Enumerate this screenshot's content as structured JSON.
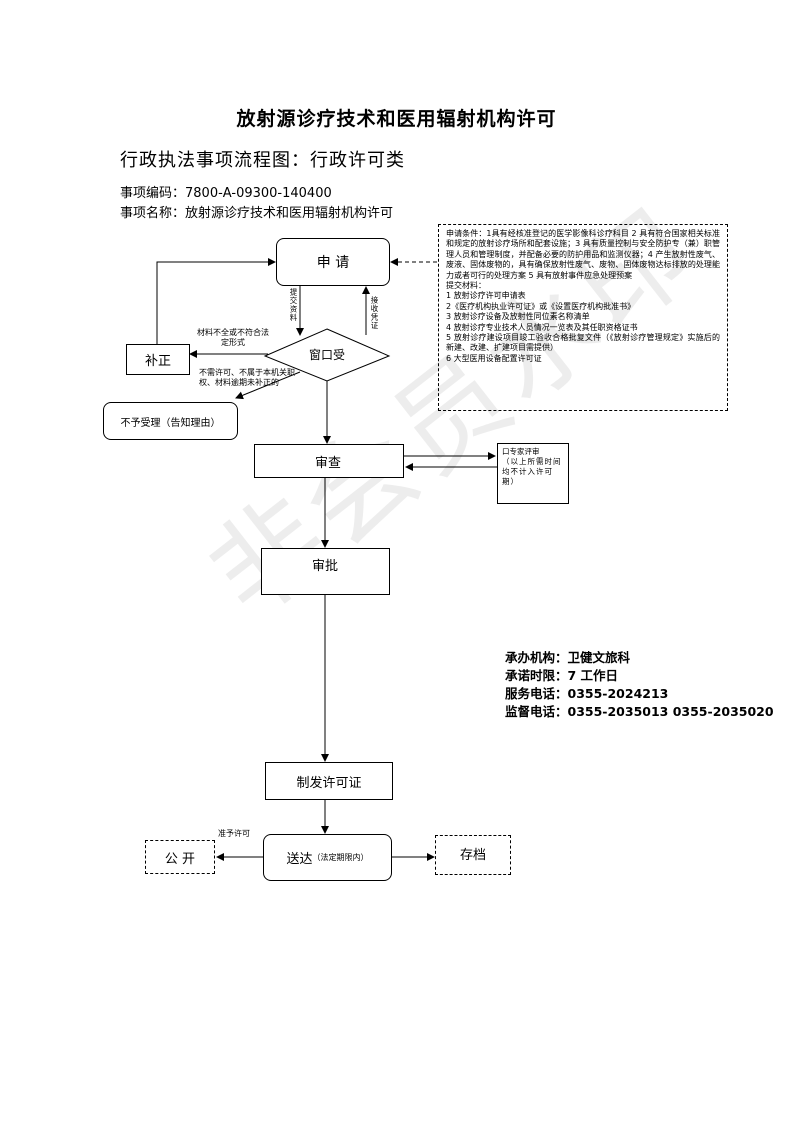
{
  "title": "放射源诊疗技术和医用辐射机构许可",
  "subtitle": "行政执法事项流程图：行政许可类",
  "item_code_label": "事项编码：7800-A-09300-140400",
  "item_name_label": "事项名称：放射源诊疗技术和医用辐射机构许可",
  "nodes": {
    "apply": "申 请",
    "window": "窗口受",
    "supplement": "补正",
    "reject": "不予受理（告知理由）",
    "review": "审查",
    "approve": "审批",
    "issue": "制发许可证",
    "deliver": "送达",
    "deliver_note": "（法定期限内）",
    "publish": "公 开",
    "archive": "存档"
  },
  "edge_labels": {
    "submit": "提交资料",
    "receive": "接收凭证",
    "incomplete": "材料不全或不符合法定形式",
    "not_permit": "不需许可、不属于本机关职权、材料逾期未补正的",
    "grant": "准予许可"
  },
  "conditions": [
    "申请条件：1具有经核准登记的医学影像科诊疗科目 2 具有符合国家相关标准和规定的放射诊疗场所和配套设施；3 具有质量控制与安全防护专（兼）职管理人员和管理制度，并配备必要的防护用品和监测仪器；4 产生放射性废气、废液、固体废物的，具有确保放射性废气、废物、固体废物达标排放的处理能力或者可行的处理方案 5 具有放射事件应急处理预案",
    "提交材料：",
    "1 放射诊疗许可申请表",
    "2《医疗机构执业许可证》或《设置医疗机构批准书》",
    "3 放射诊疗设备及放射性同位素名称清单",
    "4 放射诊疗专业技术人员情况一览表及其任职资格证书",
    "5 放射诊疗建设项目竣工验收合格批复文件（《放射诊疗管理规定》实施后的新建、改建、扩建项目需提供）",
    "6 大型医用设备配置许可证"
  ],
  "expert": {
    "line1": "口专家评审",
    "line2": "（以上所需时间均不计入许可期）"
  },
  "info": {
    "org": "承办机构：卫健文旅科",
    "time_limit": "承诺时限：7 工作日",
    "service_phone": "服务电话：0355-2024213",
    "supervise_phone": "监督电话：0355-2035013    0355-2035020"
  },
  "watermark": "非会员水印"
}
